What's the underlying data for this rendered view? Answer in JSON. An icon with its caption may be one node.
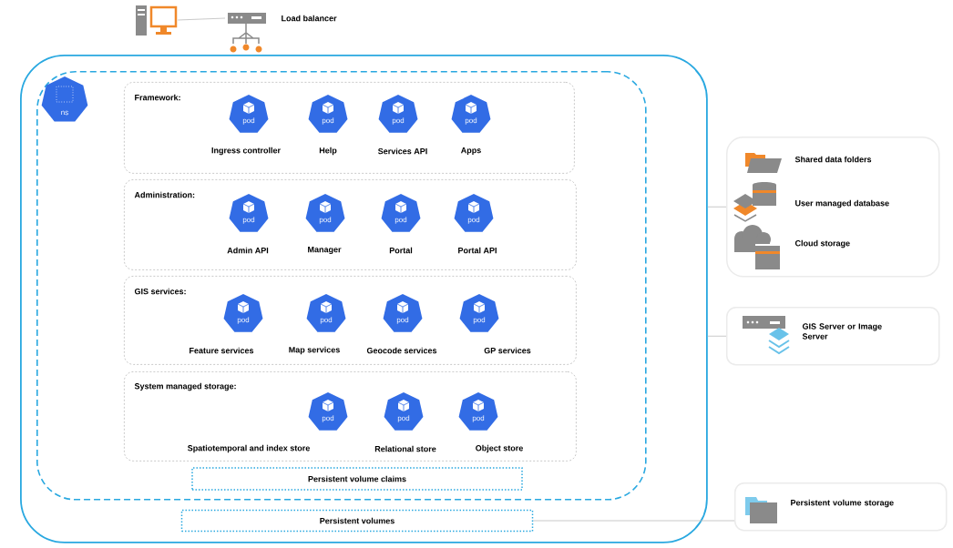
{
  "diagram": {
    "nodes": [
      {
        "text": [],
        "shape": "computer"
      },
      {
        "text": [
          "Load balancer"
        ]
      },
      {
        "text": [],
        "shape": "box"
      },
      {
        "text": [],
        "shape": "box",
        "in": 2
      },
      {
        "text": [
          "Framework:"
        ],
        "in": 3
      },
      {
        "text": [
          "pod"
        ],
        "in": 4,
        "beside": [
          "Ingress controller"
        ]
      },
      {
        "text": [
          "pod"
        ],
        "in": 4,
        "beside": [
          "Help"
        ]
      },
      {
        "text": [
          "pod"
        ],
        "in": 4,
        "beside": [
          "Services API"
        ]
      },
      {
        "text": [
          "pod"
        ],
        "in": 4,
        "beside": [
          "Apps"
        ]
      },
      {
        "text": [
          "Administration:"
        ],
        "in": 3
      },
      {
        "text": [
          "pod"
        ],
        "in": 9,
        "beside": [
          "Admin API"
        ]
      },
      {
        "text": [
          "pod"
        ],
        "in": 9,
        "beside": [
          "Manager"
        ]
      },
      {
        "text": [
          "pod"
        ],
        "in": 9,
        "beside": [
          "Portal"
        ]
      },
      {
        "text": [
          "pod"
        ],
        "in": 9,
        "beside": [
          "Portal API"
        ]
      },
      {
        "text": [
          "GIS services:"
        ],
        "in": 3
      },
      {
        "text": [
          "pod"
        ],
        "in": 14,
        "beside": [
          "Feature services"
        ]
      },
      {
        "text": [
          "pod"
        ],
        "in": 14,
        "beside": [
          "Map services"
        ]
      },
      {
        "text": [
          "pod"
        ],
        "in": 14,
        "beside": [
          "Geocode services"
        ]
      },
      {
        "text": [
          "pod"
        ],
        "in": 14,
        "beside": [
          "GP services"
        ]
      },
      {
        "text": [
          "System managed storage:"
        ],
        "in": 3
      },
      {
        "text": [
          "pod"
        ],
        "in": 19,
        "beside": [
          "Spatiotemporal and index store"
        ]
      },
      {
        "text": [
          "pod"
        ],
        "in": 19,
        "beside": [
          "Relational store"
        ]
      },
      {
        "text": [
          "pod"
        ],
        "in": 19,
        "beside": [
          "Object store"
        ]
      },
      {
        "text": [
          "Persistent volume claims"
        ],
        "in": 3
      },
      {
        "text": [
          "Persistent volumes"
        ],
        "in": 2
      },
      {
        "text": [
          "Shared data folders",
          "User managed database",
          "Cloud storage"
        ]
      },
      {
        "text": [
          "GIS Server or Image Server"
        ]
      },
      {
        "text": [
          "Persistent volume storage"
        ]
      }
    ],
    "edges": [
      {
        "from": 0,
        "to": 1,
        "arrow": "none"
      },
      {
        "from": 2,
        "to": 25,
        "arrow": "none"
      },
      {
        "from": 2,
        "to": 26,
        "arrow": "none"
      },
      {
        "from": 24,
        "to": 27,
        "arrow": "none"
      }
    ],
    "labels": [
      "ns"
    ]
  }
}
